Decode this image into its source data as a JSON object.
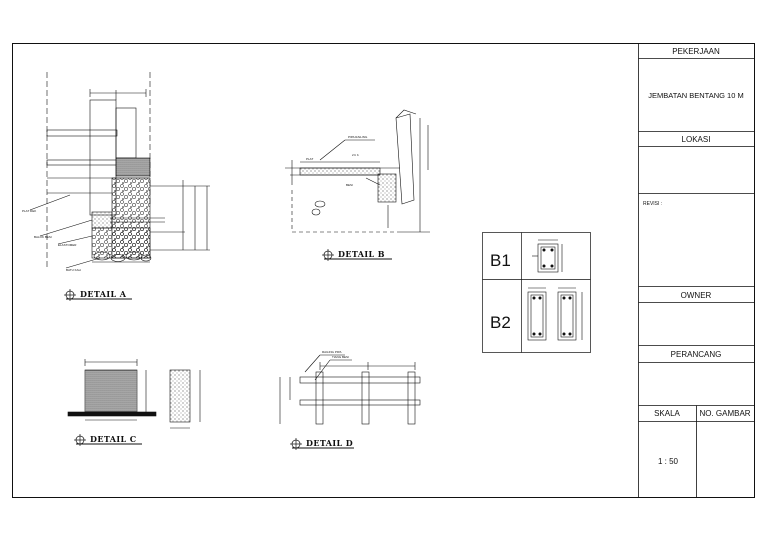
{
  "title_block": {
    "pekerjaan_label": "PEKERJAAN",
    "project_name": "JEMBATAN BENTANG 10 M",
    "lokasi_label": "LOKASI",
    "revisi_label": "REVISI :",
    "owner_label": "OWNER",
    "perancang_label": "PERANCANG",
    "skala_label": "SKALA",
    "no_gambar_label": "NO. GAMBAR",
    "skala_value": "1 : 50"
  },
  "details": {
    "a": "DETAIL  A",
    "b": "DETAIL  B",
    "c": "DETAIL  C",
    "d": "DETAIL  D"
  },
  "beam_sections": {
    "b1": "B1",
    "b2": "B2"
  }
}
